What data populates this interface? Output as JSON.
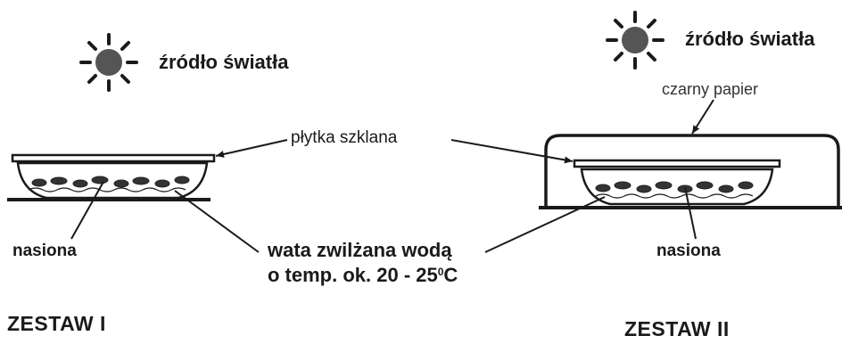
{
  "set_one": {
    "light_source": "źródło światła",
    "seeds": "nasiona",
    "title": "ZESTAW I"
  },
  "set_two": {
    "light_source": "źródło światła",
    "black_paper": "czarny papier",
    "seeds": "nasiona",
    "title": "ZESTAW II"
  },
  "shared": {
    "glass_plate": "płytka szklana",
    "cotton_line1": "wata zwilżana wodą",
    "cotton_line2_prefix": "o temp. ok. 20 - 25",
    "cotton_line2_sup": "0",
    "cotton_line2_suffix": "C"
  },
  "icons": {
    "sun": "sun-icon"
  },
  "colors": {
    "ink": "#1a1a1a",
    "sun_fill": "#555555"
  }
}
